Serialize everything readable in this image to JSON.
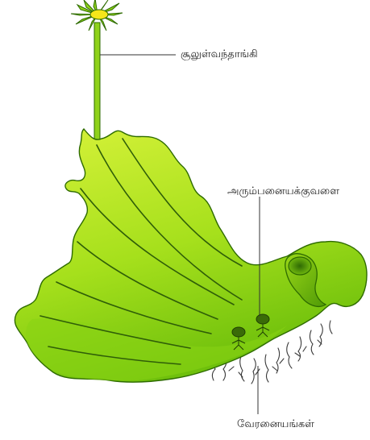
{
  "labels": {
    "archegoniophore": "சூலுள்வந்தாங்கி",
    "archegonia": "அரும்பனையக்குவளை",
    "rhizoids": "வேரனையங்கள்"
  },
  "colors": {
    "thallus_light": "#d8f23a",
    "thallus_mid": "#a6e01c",
    "thallus_dark": "#5fae08",
    "outline": "#2e6b00",
    "vein": "#2f5e08",
    "flower_center": "#f5e61a",
    "rhizoid": "#3a3a3a",
    "leader": "#333333"
  }
}
